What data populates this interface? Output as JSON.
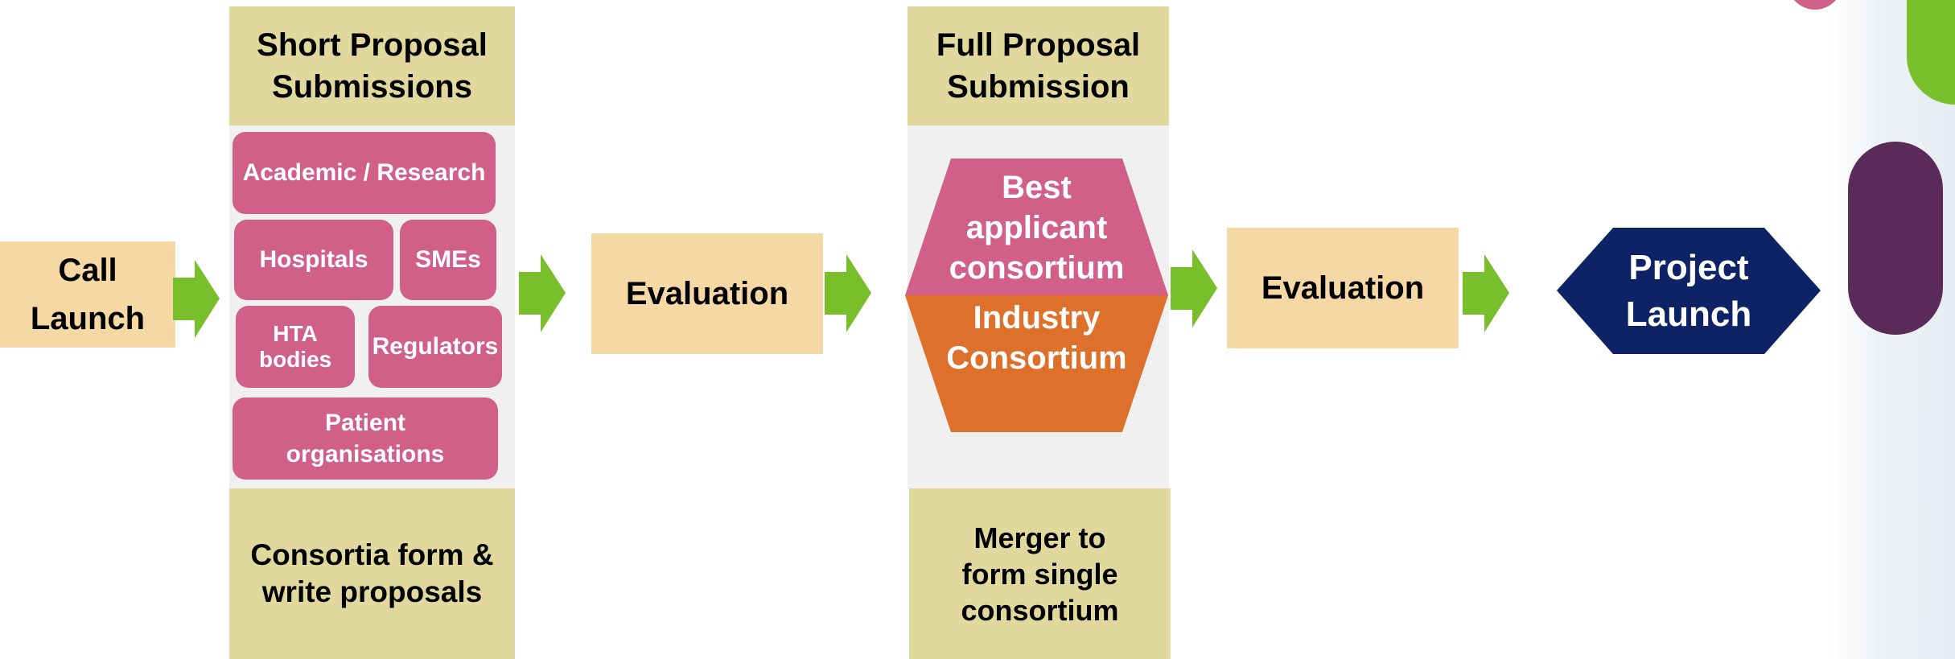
{
  "steps": {
    "call_launch": "Call Launch",
    "evaluation_1": "Evaluation",
    "evaluation_2": "Evaluation",
    "project_launch": "Project Launch"
  },
  "short_proposal": {
    "header": "Short Proposal Submissions",
    "stakeholders": {
      "academic": "Academic / Research",
      "hospitals": "Hospitals",
      "smes": "SMEs",
      "hta": "HTA bodies",
      "regulators": "Regulators",
      "patients": "Patient organisations"
    },
    "footer": "Consortia form & write proposals"
  },
  "full_proposal": {
    "header": "Full Proposal Submission",
    "best_applicant": "Best applicant consortium",
    "industry": "Industry Consortium",
    "footer": "Merger to form single consortium"
  },
  "colors": {
    "beige": "#f5d8a4",
    "olive": "#e0d89c",
    "pink": "#d06088",
    "orange": "#dd702a",
    "navy": "#0d2366",
    "green": "#79bf2b",
    "purple": "#5a2b58"
  }
}
